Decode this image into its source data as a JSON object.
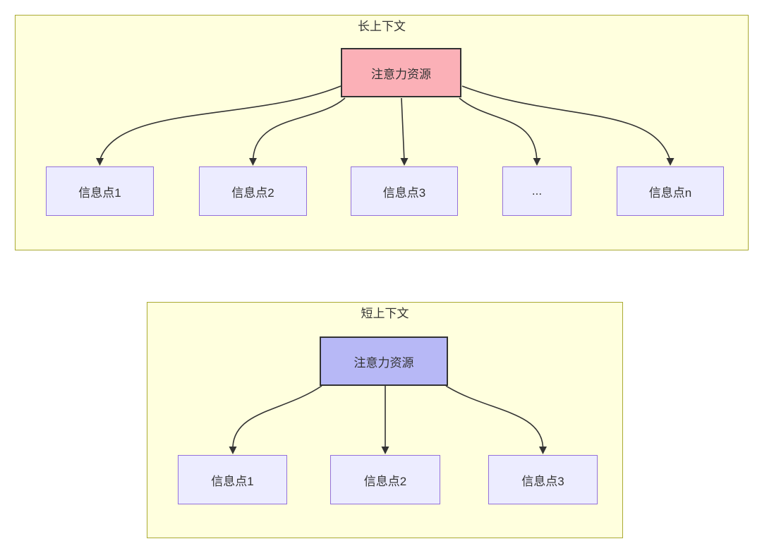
{
  "diagram": {
    "type": "flowchart",
    "sections": [
      {
        "id": "long-context",
        "title": "长上下文",
        "root": {
          "label": "注意力资源",
          "fill": "#fbb0b7"
        },
        "children": [
          {
            "label": "信息点1"
          },
          {
            "label": "信息点2"
          },
          {
            "label": "信息点3"
          },
          {
            "label": "..."
          },
          {
            "label": "信息点n"
          }
        ]
      },
      {
        "id": "short-context",
        "title": "短上下文",
        "root": {
          "label": "注意力资源",
          "fill": "#b7b8f6"
        },
        "children": [
          {
            "label": "信息点1"
          },
          {
            "label": "信息点2"
          },
          {
            "label": "信息点3"
          }
        ]
      }
    ]
  },
  "colors": {
    "canvas_bg": "#ffffff",
    "group_fill": "#ffffde",
    "group_border": "#aaaa33",
    "node_fill": "#ececff",
    "node_border": "#9370db",
    "attention_long_fill": "#fbb0b7",
    "attention_short_fill": "#b7b8f6",
    "attention_border": "#333333",
    "edge_color": "#333333",
    "text_color": "#333333"
  }
}
